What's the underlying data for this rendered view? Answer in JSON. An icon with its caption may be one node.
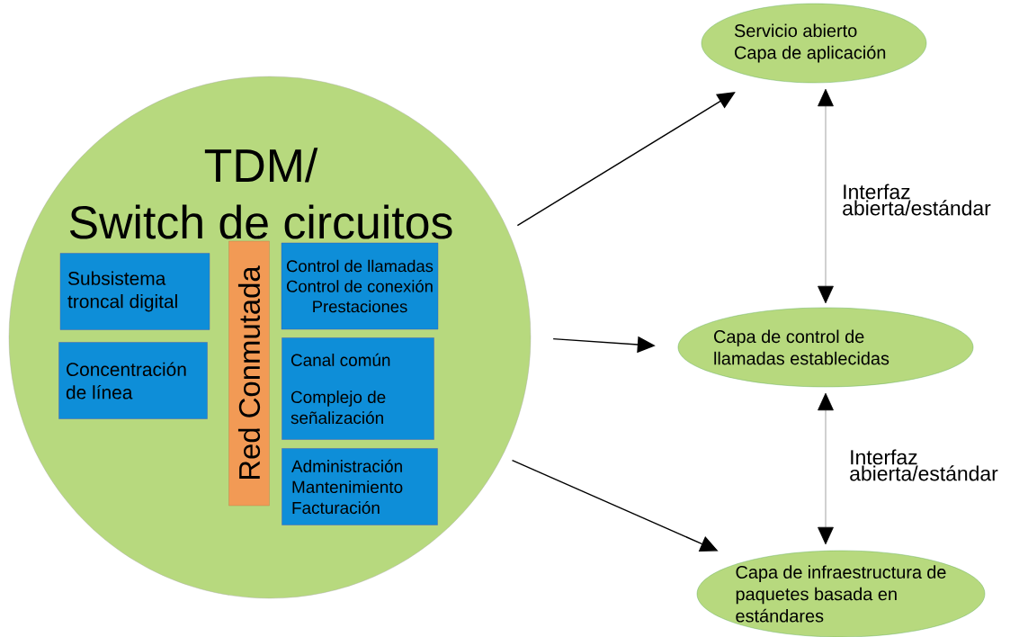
{
  "diagram": {
    "nodes": [
      {
        "text": [
          "TDM/",
          "Switch de circuitos"
        ]
      },
      {
        "text": [
          "Subsistema troncal digital"
        ],
        "in": 0
      },
      {
        "text": [
          "Concentración de línea"
        ],
        "in": 0
      },
      {
        "text": [
          "Red Conmutada"
        ],
        "in": 0
      },
      {
        "text": [
          "Control de llamadas Control de conexión Prestaciones"
        ],
        "in": 0
      },
      {
        "text": [
          "Canal común",
          "Complejo de señalización"
        ],
        "in": 0
      },
      {
        "text": [
          "Administración Mantenimiento Facturación"
        ],
        "in": 0
      },
      {
        "text": [
          "Servicio abierto Capa de aplicación"
        ]
      },
      {
        "text": [
          "Capa de control de llamadas establecidas"
        ]
      },
      {
        "text": [
          "Capa de infraestructura de paquetes basada en estándares"
        ]
      }
    ],
    "edges": [
      {
        "from": 0,
        "to": 7,
        "arrow": "to"
      },
      {
        "from": 0,
        "to": 8,
        "arrow": "to"
      },
      {
        "from": 0,
        "to": 9,
        "arrow": "to"
      },
      {
        "from": 7,
        "to": 8,
        "arrow": "both",
        "label": "Interfaz abierta/estándar",
        "color": "#8c8c8c"
      },
      {
        "from": 8,
        "to": 9,
        "arrow": "both",
        "label": "Interfaz abierta/estándar",
        "color": "#8c8c8c"
      }
    ]
  }
}
